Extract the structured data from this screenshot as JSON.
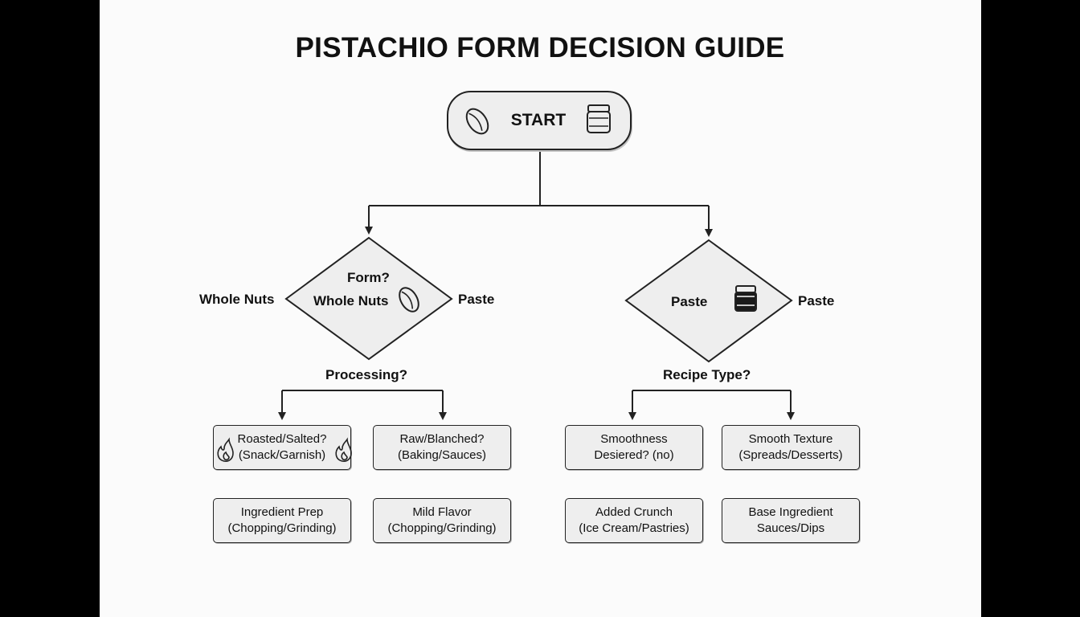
{
  "title": "PISTACHIO FORM DECISION GUIDE",
  "start": {
    "label": "START"
  },
  "left_decision": {
    "line1": "Form?",
    "line2": "Whole Nuts",
    "left_branch": "Whole Nuts",
    "right_branch": "Paste",
    "below": "Processing?"
  },
  "right_decision": {
    "label": "Paste",
    "right_branch": "Paste",
    "below": "Recipe Type?"
  },
  "boxes": {
    "roasted": {
      "line1": "Roasted/Salted?",
      "line2": "(Snack/Garnish)"
    },
    "raw": {
      "line1": "Raw/Blanched?",
      "line2": "(Baking/Sauces)"
    },
    "ingredient_prep": {
      "line1": "Ingredient Prep",
      "line2": "(Chopping/Grinding)"
    },
    "mild_flavor": {
      "line1": "Mild Flavor",
      "line2": "(Chopping/Grinding)"
    },
    "smoothness": {
      "line1": "Smoothness",
      "line2": "Desiered? (no)"
    },
    "smooth_texture": {
      "line1": "Smooth Texture",
      "line2": "(Spreads/Desserts)"
    },
    "added_crunch": {
      "line1": "Added Crunch",
      "line2": "(Ice Cream/Pastries)"
    },
    "base_ingredient": {
      "line1": "Base Ingredient",
      "line2": "Sauces/Dips"
    }
  },
  "icons": {
    "start_left": "pistachio-icon",
    "start_right": "jar-icon",
    "left_decision": "pistachio-icon",
    "right_decision": "jar-icon",
    "roasted_left": "flame-icon",
    "roasted_right": "flame-icon"
  },
  "colors": {
    "background": "#fbfbfb",
    "box_fill": "#eeeeee",
    "stroke": "#222222",
    "frame": "#000000"
  }
}
